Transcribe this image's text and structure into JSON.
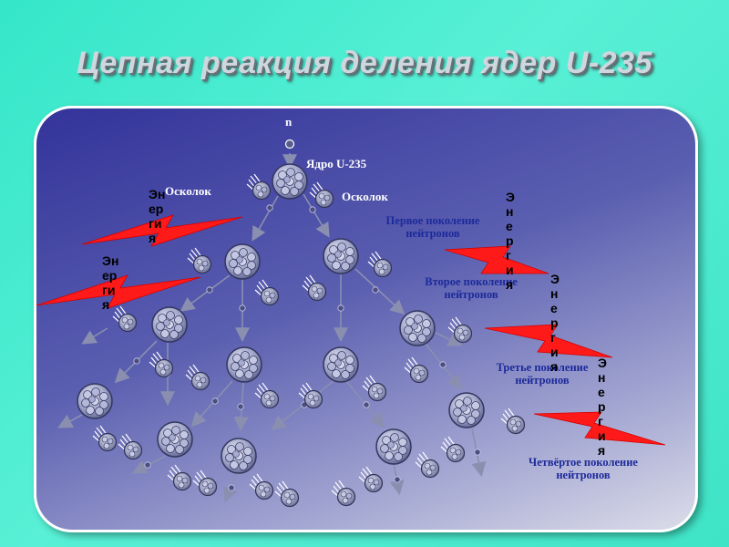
{
  "title": "Цепная реакция деления ядер U-235",
  "labels": {
    "neutron": "n",
    "nucleus": "Ядро U-235",
    "fragment_left": "Осколок",
    "fragment_right": "Осколок"
  },
  "generations": {
    "first": "Первое поколение\nнейтронов",
    "second": "Второе поколение\nнейтронов",
    "third": "Третье поколение\nнейтронов",
    "fourth": "Четвёртое поколение\nнейтронов"
  },
  "energy": {
    "left_top": "Эн\nер\nги\nя",
    "left_bottom": "Эн\nер\nги\nя",
    "right_1": "Э\nн\nе\nр\nг\nи\nя",
    "right_2": "Э\nн\nе\nр\nг\nи\nя",
    "right_3": "Э\nн\nе\nр\nг\nи\nя"
  },
  "colors": {
    "background": "#3fe3c6",
    "panel_top": "#33339a",
    "panel_bottom": "#dcdce9",
    "generation_text": "#1d2a9a",
    "energy_bolt": "#ff1a1a",
    "arrow": "#8a8fb0"
  }
}
